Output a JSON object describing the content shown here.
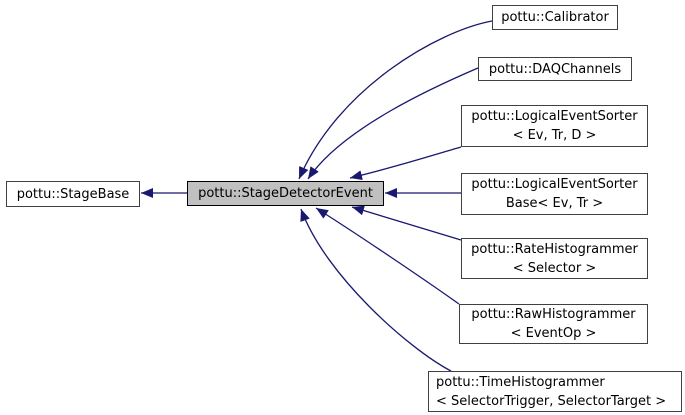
{
  "colors": {
    "edge": "#191970",
    "node_border": "#404040",
    "highlight_border": "#000000",
    "node_fill": "#ffffff",
    "highlight_fill": "#c0c0c0",
    "text": "#000000",
    "background": "#ffffff"
  },
  "nodes": {
    "stageBase": {
      "label": "pottu::StageBase"
    },
    "stageDetectorEvent": {
      "label": "pottu::StageDetectorEvent"
    },
    "calibrator": {
      "label": "pottu::Calibrator"
    },
    "daqChannels": {
      "label": "pottu::DAQChannels"
    },
    "logicalEventSorter": {
      "label": "pottu::LogicalEventSorter",
      "label2": "< Ev, Tr, D >"
    },
    "logicalEventSorterBase": {
      "label": "pottu::LogicalEventSorter",
      "label2": "Base< Ev, Tr >"
    },
    "rateHistogrammer": {
      "label": "pottu::RateHistogrammer",
      "label2": "< Selector >"
    },
    "rawHistogrammer": {
      "label": "pottu::RawHistogrammer",
      "label2": "< EventOp >"
    },
    "timeHistogrammer": {
      "label": "pottu::TimeHistogrammer",
      "label2": "< SelectorTrigger, SelectorTarget >"
    }
  },
  "edges": [
    {
      "from": "stageDetectorEvent",
      "to": "stageBase",
      "relation": "inherits"
    },
    {
      "from": "calibrator",
      "to": "stageDetectorEvent",
      "relation": "inherits"
    },
    {
      "from": "daqChannels",
      "to": "stageDetectorEvent",
      "relation": "inherits"
    },
    {
      "from": "logicalEventSorter",
      "to": "stageDetectorEvent",
      "relation": "inherits"
    },
    {
      "from": "logicalEventSorterBase",
      "to": "stageDetectorEvent",
      "relation": "inherits"
    },
    {
      "from": "rateHistogrammer",
      "to": "stageDetectorEvent",
      "relation": "inherits"
    },
    {
      "from": "rawHistogrammer",
      "to": "stageDetectorEvent",
      "relation": "inherits"
    },
    {
      "from": "timeHistogrammer",
      "to": "stageDetectorEvent",
      "relation": "inherits"
    }
  ]
}
